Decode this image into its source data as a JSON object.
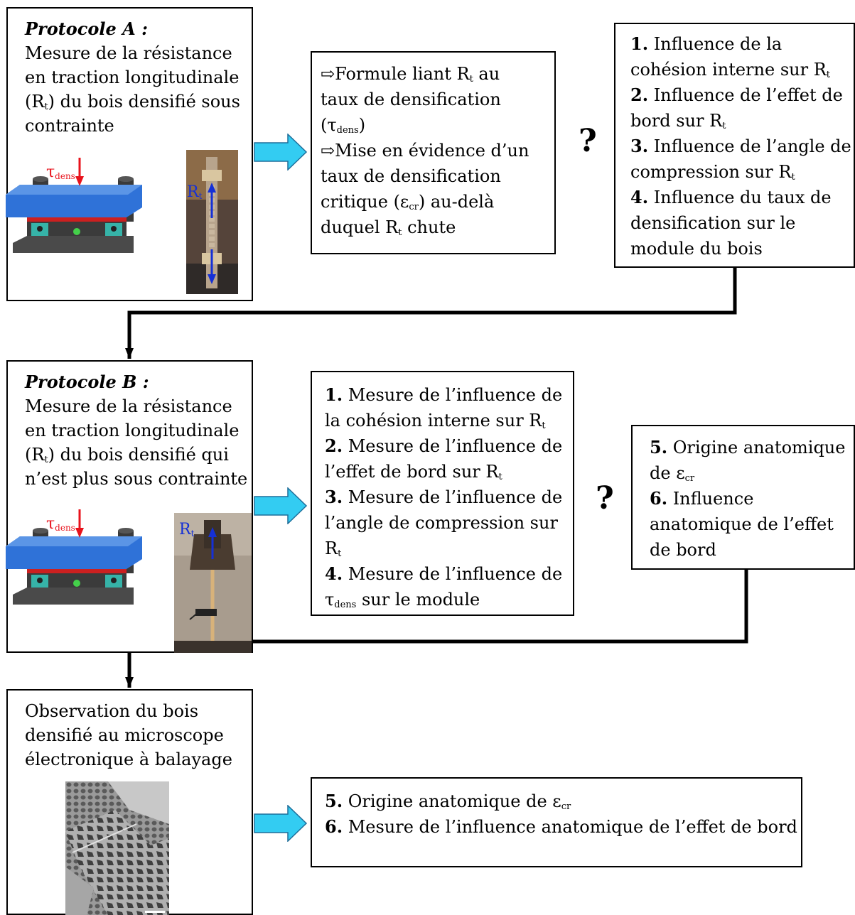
{
  "colors": {
    "arrow_fill": "#33ccf2",
    "tau_red": "#e8121b",
    "rt_blue": "#1530d6",
    "connector": "#000000",
    "press_blue": "#2a6fd6"
  },
  "protocol_a": {
    "title": "Protocole A :",
    "line1": "Mesure de la résistance",
    "line2": "en traction longitudinale",
    "line3_pre": "(R",
    "line3_sub": "t",
    "line3_post": ") du bois densifié sous",
    "line4": "contrainte",
    "tau_label": "τ",
    "tau_sub": "dens",
    "rt_label": "R",
    "rt_sub": "t"
  },
  "result_a": {
    "line1_arrow": "⇨",
    "line1_pre": "Formule liant R",
    "line1_sub": "t",
    "line1_post": " au",
    "line2": "taux de densification",
    "line3_pre": "(τ",
    "line3_sub": "dens",
    "line3_post": ")",
    "line4_arrow": "⇨",
    "line4": "Mise en évidence d’un",
    "line5": "taux de densification",
    "line6_pre": "critique (ε",
    "line6_sub": "cr",
    "line6_post": ") au-delà",
    "line7_pre": "duquel R",
    "line7_sub": "t",
    "line7_post": " chute"
  },
  "question_mark": "?",
  "questions_a": {
    "n1": "1.",
    "l1a": " Influence de la",
    "l1b_pre": "cohésion interne sur R",
    "l1b_sub": "t",
    "n2": "2.",
    "l2a": " Influence de l’effet de",
    "l2b_pre": "bord sur R",
    "l2b_sub": "t",
    "n3": "3.",
    "l3a": " Influence de l’angle de",
    "l3b_pre": "compression sur R",
    "l3b_sub": "t",
    "n4": "4.",
    "l4a": " Influence du taux de",
    "l4b": "densification sur le",
    "l4c": "module du bois"
  },
  "protocol_b": {
    "title": "Protocole B :",
    "line1": "Mesure de la résistance",
    "line2": "en traction longitudinale",
    "line3_pre": "(R",
    "line3_sub": "t",
    "line3_post": ") du bois densifié qui",
    "line4": "n’est plus sous contrainte",
    "tau_label": "τ",
    "tau_sub": "dens",
    "rt_label": "R",
    "rt_sub": "t"
  },
  "result_b": {
    "n1": "1.",
    "l1a": " Mesure de l’influence de",
    "l1b_pre": "la cohésion interne sur R",
    "l1b_sub": "t",
    "n2": "2.",
    "l2a": " Mesure de l’influence de",
    "l2b_pre": "l’effet de bord sur R",
    "l2b_sub": "t",
    "n3": "3.",
    "l3a": " Mesure de l’influence de",
    "l3b": "l’angle de compression sur",
    "l3c_pre": "R",
    "l3c_sub": "t",
    "n4": "4.",
    "l4a": " Mesure de l’influence de",
    "l4b_pre": "τ",
    "l4b_sub": "dens",
    "l4b_post": " sur le module"
  },
  "questions_b": {
    "n5": "5.",
    "l5a": " Origine anatomique",
    "l5b_pre": "de ε",
    "l5b_sub": "cr",
    "n6": "6.",
    "l6a": " Influence",
    "l6b": "anatomique de l’effet",
    "l6c": "de bord"
  },
  "observation": {
    "line1": "Observation du bois",
    "line2": "densifié au microscope",
    "line3": "électronique à balayage"
  },
  "result_c": {
    "n5": "5.",
    "l5_pre": " Origine anatomique de ε",
    "l5_sub": "cr",
    "n6": "6.",
    "l6": " Mesure de l’influence anatomique de l’effet de bord"
  }
}
